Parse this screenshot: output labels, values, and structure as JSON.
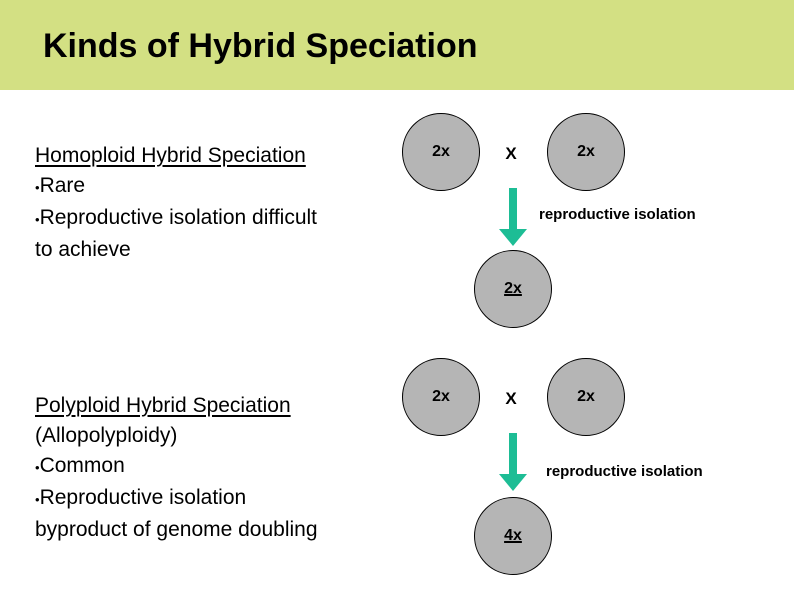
{
  "title": "Kinds of Hybrid Speciation",
  "bullet_char": "•",
  "colors": {
    "header_bg": "#d3e083",
    "circle_fill": "#b5b5b5",
    "circle_border": "#000000",
    "arrow": "#1dbd95",
    "text": "#000000",
    "background": "#ffffff"
  },
  "left_column": {
    "homoploid": {
      "heading": "Homoploid Hybrid Speciation",
      "bullet_1": "Rare",
      "bullet_2": "Reproductive isolation difficult\nto achieve"
    },
    "polyploid": {
      "heading": "Polyploid Hybrid Speciation",
      "subheading": "(Allopolyploidy)",
      "bullet_1": "Common",
      "bullet_2": "Reproductive isolation\nbyproduct of genome doubling"
    }
  },
  "diagrams": {
    "homoploid": {
      "parent_left": "2x",
      "cross": "X",
      "parent_right": "2x",
      "arrow_label": "reproductive isolation",
      "offspring": "2x"
    },
    "polyploid": {
      "parent_left": "2x",
      "cross": "X",
      "parent_right": "2x",
      "arrow_label": "reproductive isolation",
      "offspring": "4x"
    }
  }
}
